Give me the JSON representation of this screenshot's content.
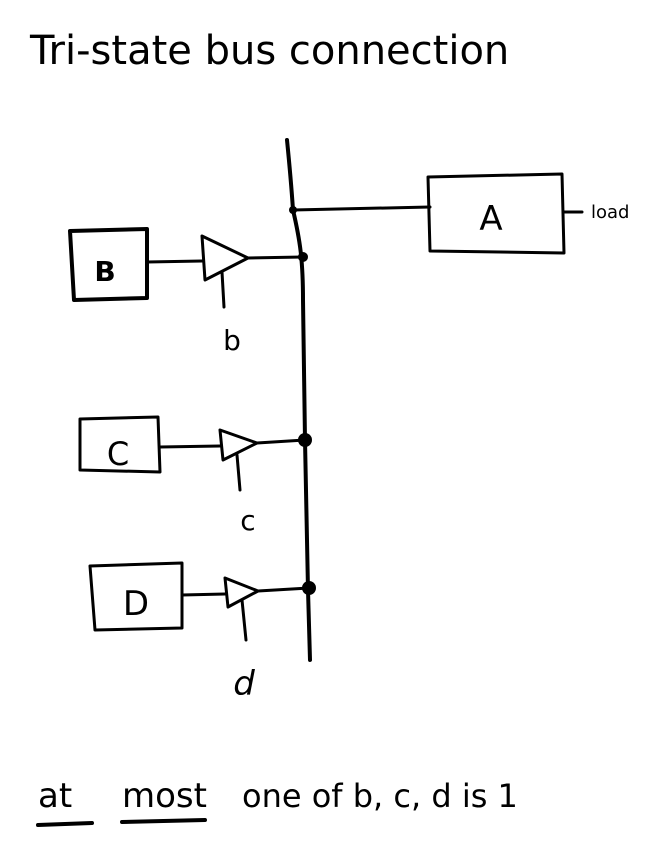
{
  "title": "Tri-state bus connection",
  "registers": {
    "a": "A",
    "b": "B",
    "c": "C",
    "d": "D"
  },
  "load_label": "load",
  "enables": {
    "b": "b",
    "c": "c",
    "d": "d"
  },
  "note": {
    "emphasis_1": "at",
    "emphasis_2": "most",
    "rest": "one of b, c, d is 1"
  }
}
